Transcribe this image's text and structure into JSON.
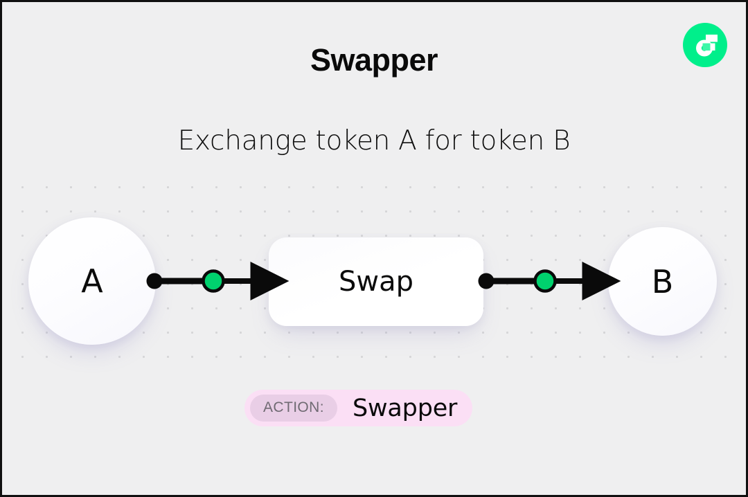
{
  "header": {
    "title": "Swapper",
    "subtitle": "Exchange token A for token B",
    "logo_icon": "flow-logo-icon",
    "logo_color": "#00ef8b"
  },
  "diagram": {
    "type": "flow",
    "background_color": "#efeff0",
    "dot_grid_color": "#d5d5d7",
    "accent_color": "#00d26e",
    "connector_color": "#0a0a0a",
    "nodes": [
      {
        "id": "node-a",
        "label": "A",
        "shape": "circle"
      },
      {
        "id": "swap-box",
        "label": "Swap",
        "shape": "rounded-rect"
      },
      {
        "id": "node-b",
        "label": "B",
        "shape": "circle"
      }
    ],
    "edges": [
      {
        "from": "node-a",
        "to": "swap-box"
      },
      {
        "from": "swap-box",
        "to": "node-b"
      }
    ]
  },
  "action_badge": {
    "key_label": "ACTION:",
    "value_label": "Swapper",
    "background_color": "#fbdff5",
    "key_background_color": "#e9cee6"
  }
}
